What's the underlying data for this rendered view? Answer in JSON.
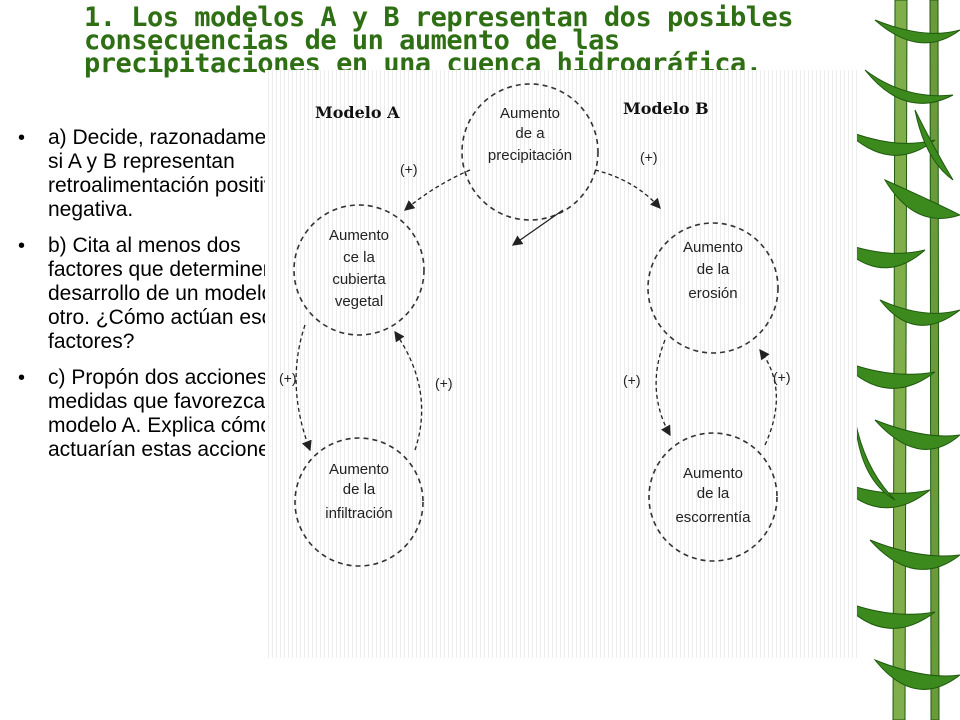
{
  "title": "1. Los modelos A y B representan dos posibles consecuencias de un aumento de las precipitaciones en una cuenca hidrográfica.",
  "bullets": [
    "a) Decide, razonadamente, si A y B representan retroalimentación positiva o negativa.",
    "b) Cita al menos dos factores que determinen el desarrollo de un modelo u otro. ¿Cómo actúan esos factores?",
    "c) Propón dos acciones o medidas que favorezcan el modelo A. Explica cómo actuarían estas acciones."
  ],
  "bullet_symbol": "•",
  "diagram": {
    "model_a": "Modelo A",
    "model_b": "Modelo B",
    "top_node": [
      "Aumento",
      "de a",
      "precipitación"
    ],
    "a1_node": [
      "Aumento",
      "ce la",
      "cubierta",
      "vegetal"
    ],
    "a2_node": [
      "Aumento",
      "de la",
      "infiltración"
    ],
    "b1_node": [
      "Aumento",
      "de la",
      "erosión"
    ],
    "b2_node": [
      "Aumento",
      "de la",
      "escorrentía"
    ],
    "sign_top_a": "(+)",
    "sign_top_b": "(+)",
    "sign_a_left": "(+)",
    "sign_a_right": "(+)",
    "sign_b_left": "(+)",
    "sign_b_right": "(+)"
  },
  "colors": {
    "title": "#2f6f14",
    "bamboo_leaf": "#3c8a1e",
    "bamboo_dark": "#1f5a0e"
  }
}
